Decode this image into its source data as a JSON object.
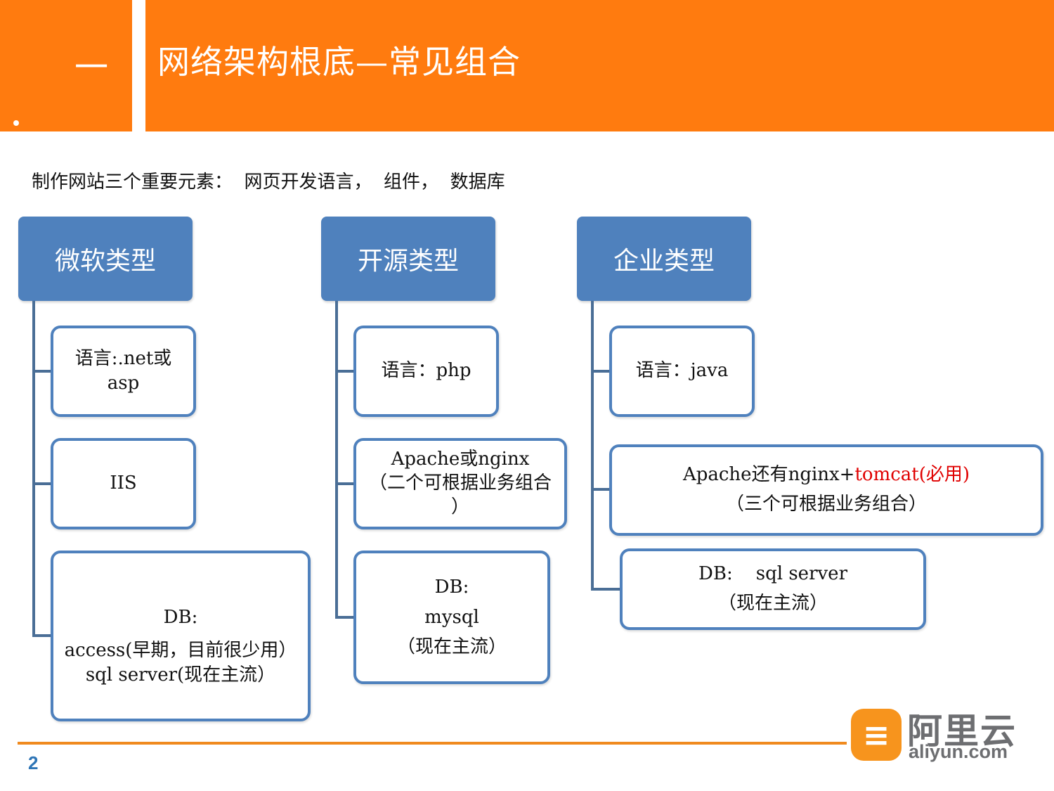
{
  "header": {
    "section_number": "一",
    "title": "网络架构根底—常见组合",
    "accent": "#ff7b0f"
  },
  "subtitle": "制作网站三个重要元素：  网页开发语言，  组件，  数据库",
  "columns": [
    {
      "category": "微软类型",
      "items": [
        {
          "lines": [
            "语言:.net或",
            "asp"
          ]
        },
        {
          "lines": [
            "IIS"
          ]
        },
        {
          "lines": [
            "DB:",
            "access(早期，目前很少用）",
            "sql server(现在主流）"
          ]
        }
      ]
    },
    {
      "category": "开源类型",
      "items": [
        {
          "lines": [
            "语言：php"
          ]
        },
        {
          "lines": [
            "Apache或nginx",
            "（二个可根据业务组合",
            "）"
          ]
        },
        {
          "lines": [
            "DB:",
            "mysql",
            "（现在主流）"
          ]
        }
      ]
    },
    {
      "category": "企业类型",
      "items": [
        {
          "lines": [
            "语言：java"
          ]
        },
        {
          "line1_prefix": "Apache还有nginx+",
          "line1_highlight": "tomcat(必用)",
          "line2": "（三个可根据业务组合）"
        },
        {
          "lines": [
            "DB:    sql server",
            "（现在主流）"
          ]
        }
      ]
    }
  ],
  "colors": {
    "category_fill": "#4f81bd",
    "box_border": "#4f81bd",
    "highlight": "#e00000",
    "footer_line": "#f08a1e",
    "page_number": "#2e75b6"
  },
  "footer": {
    "page_number": "2",
    "logo_cn": "阿里云",
    "logo_en": "aliyun.com",
    "logo_icon": "aliyun-cloud-icon"
  }
}
